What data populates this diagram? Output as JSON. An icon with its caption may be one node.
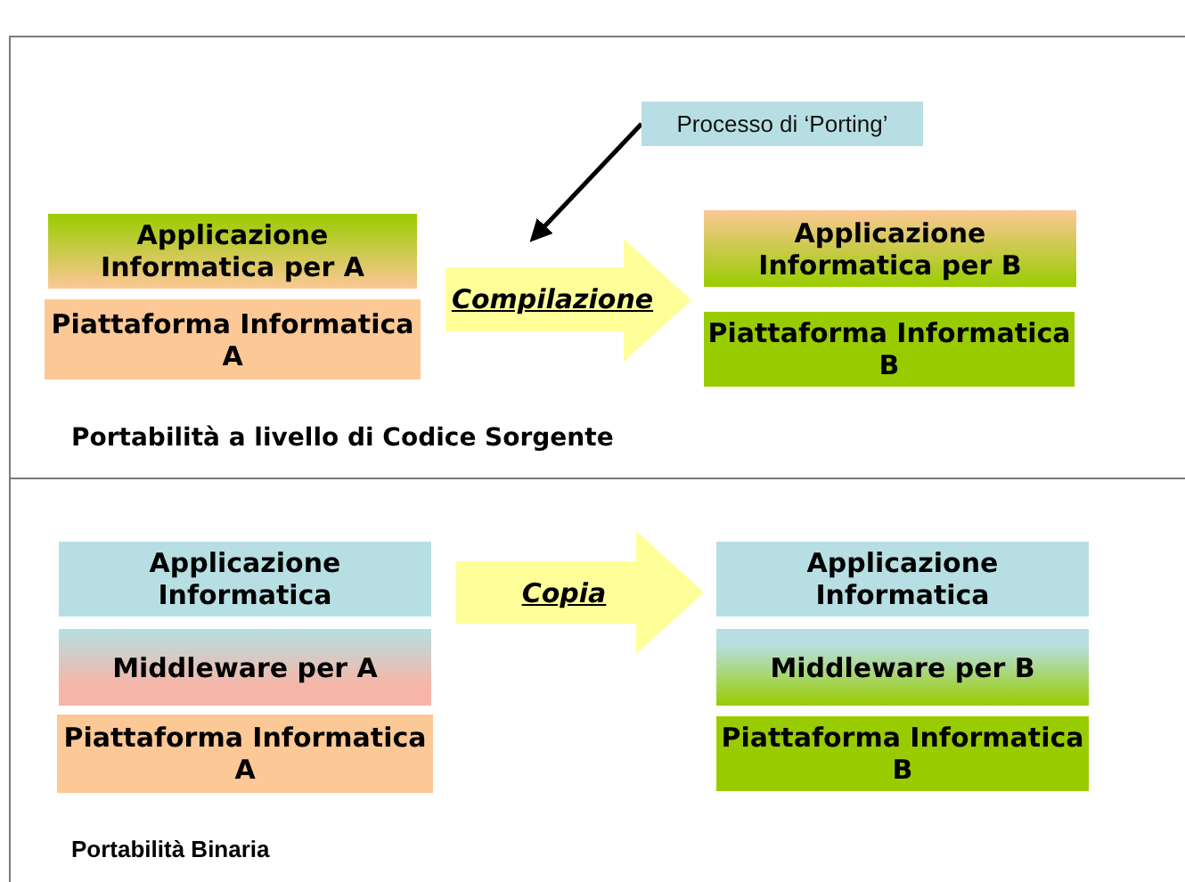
{
  "diagram": {
    "nodes": [
      {
        "text": [
          "Applicazione Informatica per A"
        ]
      },
      {
        "text": [
          "Piattaforma Informatica A"
        ]
      },
      {
        "text": [
          "Compilazione"
        ]
      },
      {
        "text": [
          "Processo di ‘Porting’"
        ]
      },
      {
        "text": [
          "Applicazione Informatica per B"
        ]
      },
      {
        "text": [
          "Piattaforma Informatica B"
        ]
      },
      {
        "text": [
          "Applicazione Informatica"
        ]
      },
      {
        "text": [
          "Middleware per A"
        ]
      },
      {
        "text": [
          "Piattaforma Informatica A"
        ]
      },
      {
        "text": [
          "Copia"
        ]
      },
      {
        "text": [
          "Applicazione Informatica"
        ]
      },
      {
        "text": [
          "Middleware per B"
        ]
      },
      {
        "text": [
          "Piattaforma Informatica B"
        ]
      }
    ],
    "edges": [
      {
        "from": 3,
        "to": 2,
        "arrow": "to"
      }
    ],
    "labels": [
      "Portabilità a livello di Codice Sorgente",
      "Portabilità Binaria"
    ]
  }
}
